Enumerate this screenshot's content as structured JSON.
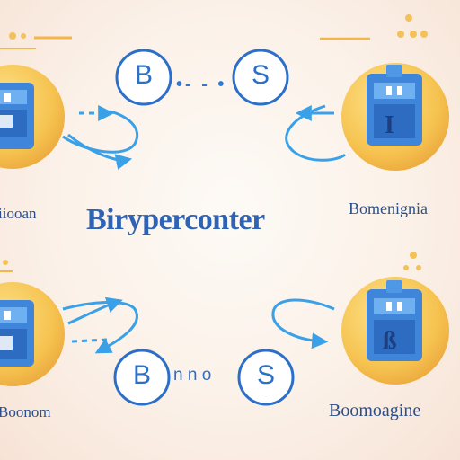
{
  "title": "Biryperconter",
  "nodes": {
    "top_left_label": "iiooan",
    "top_right_label": "Bomenignia",
    "bottom_left_label": "Boonom",
    "bottom_right_label": "Boomoagine"
  },
  "badges": {
    "top_left_letter": "B",
    "top_right_letter": "S",
    "bottom_left_letter": "B",
    "bottom_right_letter": "S"
  },
  "connectors": {
    "top_middle": "•- - •",
    "bottom_middle": "n n o"
  },
  "colors": {
    "coin_gold": "#f6c350",
    "coin_edge": "#eaa93a",
    "device_blue": "#3f86db",
    "arrow_blue": "#3aa0e8",
    "title_blue": "#2f63b5"
  }
}
